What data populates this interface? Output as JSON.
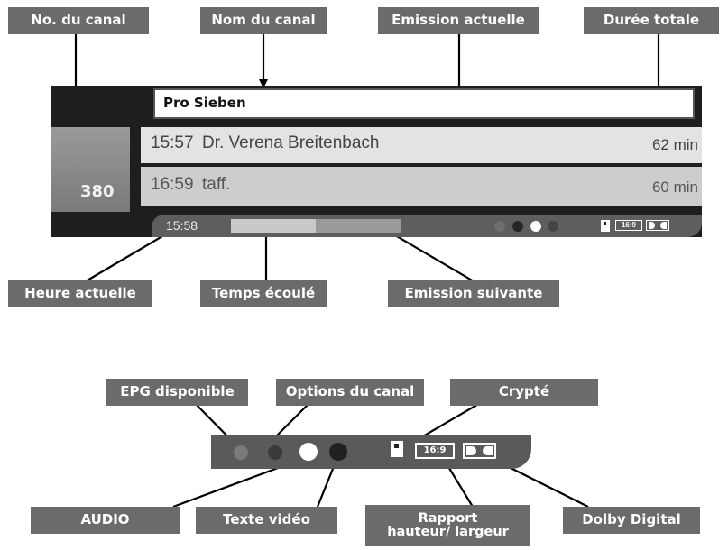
{
  "callouts": {
    "channel_no": "No. du canal",
    "channel_name": "Nom du canal",
    "current_program": "Emission actuelle",
    "total_duration": "Durée totale",
    "current_time": "Heure actuelle",
    "elapsed_time": "Temps écoulé",
    "next_program": "Emission suivante",
    "epg_available": "EPG disponible",
    "channel_options": "Options du canal",
    "encrypted": "Crypté",
    "audio": "AUDIO",
    "video_text": "Texte vidéo",
    "aspect_ratio": "Rapport hauteur/ largeur",
    "dolby_digital": "Dolby Digital"
  },
  "osd": {
    "channel_name": "Pro Sieben",
    "channel_number": "380",
    "current": {
      "time": "15:57",
      "title": "Dr. Verena Breitenbach",
      "duration": "62 min"
    },
    "next": {
      "time": "16:59",
      "title": "taff.",
      "duration": "60 min"
    },
    "clock": "15:58",
    "aspect_label": "16:9",
    "progress": 0.5
  },
  "colors": {
    "callout_bg": "#6b6b6b",
    "banner_dark": "#2a2a2a",
    "row_light": "#e2e2e2",
    "row_mid": "#cfcfcf"
  }
}
